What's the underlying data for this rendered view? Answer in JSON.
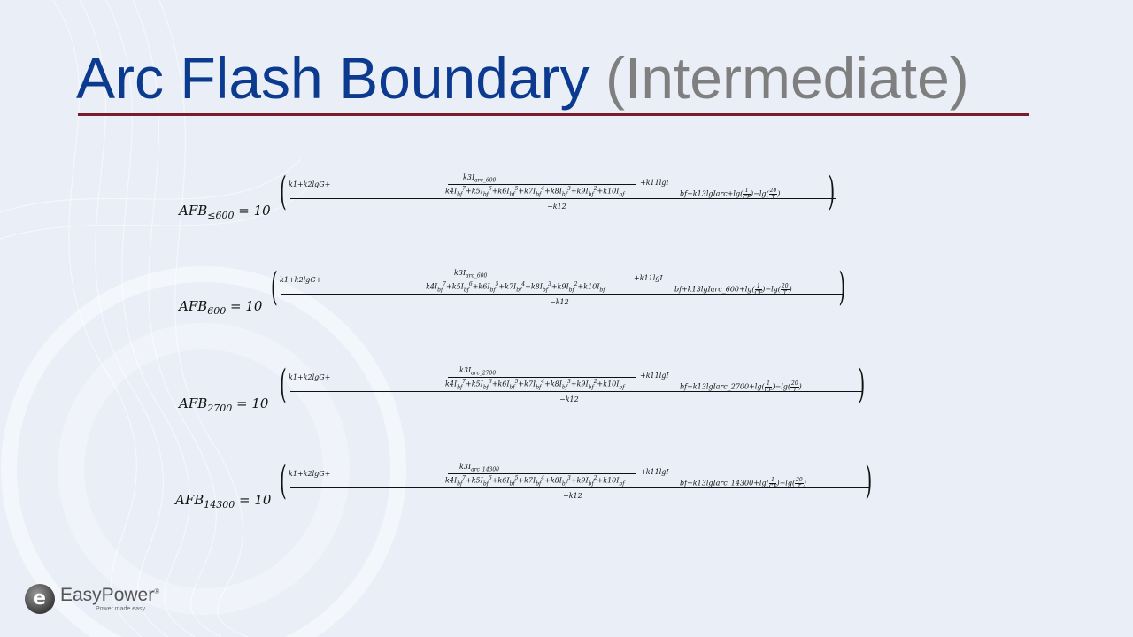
{
  "slide": {
    "title_main": "Arc Flash Boundary",
    "title_sub": "(Intermediate)"
  },
  "equations": [
    {
      "lhs_base": "AFB",
      "lhs_sub": "≤600",
      "ten": "= 10",
      "lead": "k1+k2lgG+",
      "num": "k3I",
      "num_sub": "arc_600",
      "den": "k4Ibf7+k5Ibf6+k6Ibf5+k7Ibf4+k8Ibf3+k9Ibf2+k10Ibf",
      "tail_a": "+k11lgI",
      "tail_b": "bf+k13lgIarc+lg",
      "cf_num": "1",
      "cf_den": "CF",
      "mid": "−lg",
      "t_num": "20",
      "t_den": "T",
      "bottom": "−k12"
    },
    {
      "lhs_base": "AFB",
      "lhs_sub": "600",
      "ten": "= 10",
      "lead": "k1+k2lgG+",
      "num": "k3I",
      "num_sub": "arc_600",
      "den": "k4Ibf7+k5Ibf6+k6Ibf5+k7Ibf4+k8Ibf3+k9Ibf2+k10Ibf",
      "tail_a": "+k11lgI",
      "tail_b": "bf+k13lgIarc_600+lg",
      "cf_num": "1",
      "cf_den": "CF",
      "mid": "−lg",
      "t_num": "20",
      "t_den": "T",
      "bottom": "−k12"
    },
    {
      "lhs_base": "AFB",
      "lhs_sub": "2700",
      "ten": "= 10",
      "lead": "k1+k2lgG+",
      "num": "k3I",
      "num_sub": "arc_2700",
      "den": "k4Ibf7+k5Ibf6+k6Ibf5+k7Ibf4+k8Ibf3+k9Ibf2+k10Ibf",
      "tail_a": "+k11lgI",
      "tail_b": "bf+k13lgIarc_2700+lg",
      "cf_num": "1",
      "cf_den": "CF",
      "mid": "−lg",
      "t_num": "20",
      "t_den": "T",
      "bottom": "−k12"
    },
    {
      "lhs_base": "AFB",
      "lhs_sub": "14300",
      "ten": "= 10",
      "lead": "k1+k2lgG+",
      "num": "k3I",
      "num_sub": "arc_14300",
      "den": "k4Ibf7+k5Ibf6+k6Ibf5+k7Ibf4+k8Ibf3+k9Ibf2+k10Ibf",
      "tail_a": "+k11lgI",
      "tail_b": "bf+k13lgIarc_14300+lg",
      "cf_num": "1",
      "cf_den": "CF",
      "mid": "−lg",
      "t_num": "20",
      "t_den": "T",
      "bottom": "−k12"
    }
  ],
  "logo": {
    "icon": "easypower-e-icon",
    "name": "EasyPower",
    "mark": "®",
    "tagline": "Power made easy."
  },
  "colors": {
    "title_main": "#0b3a8f",
    "title_sub": "#7f7f7f",
    "rule": "#7b1c2b",
    "background": "#e9eef7"
  }
}
